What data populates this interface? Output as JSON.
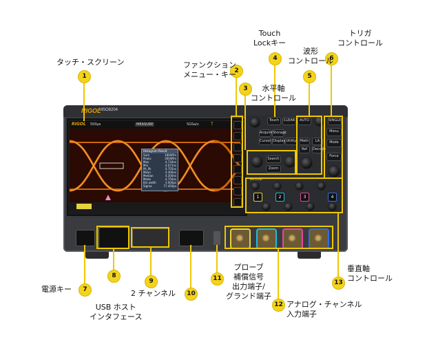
{
  "annotations": [
    {
      "num": "1",
      "label": "タッチ・スクリーン"
    },
    {
      "num": "2",
      "label": "ファンクション\nメニュー・キー"
    },
    {
      "num": "3",
      "label": "水平軸\nコントロール"
    },
    {
      "num": "4",
      "label": "Touch\nLockキー"
    },
    {
      "num": "5",
      "label": "波形\nコントロール"
    },
    {
      "num": "6",
      "label": "トリガ\nコントロール"
    },
    {
      "num": "7",
      "label": "電源キー"
    },
    {
      "num": "8",
      "label": "USB ホスト\nインタフェース"
    },
    {
      "num": "9",
      "label": "2 チャンネル"
    },
    {
      "num": "10",
      "label": ""
    },
    {
      "num": "11",
      "label": "プローブ\n補償信号\n出力端子/\nグランド端子"
    },
    {
      "num": "12",
      "label": "アナログ・チャンネル\n入力端子"
    },
    {
      "num": "13",
      "label": "垂直軸\nコントロール"
    }
  ],
  "device": {
    "brand": "RIGOL",
    "model": "MSO8204",
    "screen": {
      "toolbar": [
        "RIGOL",
        "500μs",
        "MEASURE",
        "5GSa/s",
        "T"
      ],
      "measure_title": "Histogram Result",
      "measure_rows": [
        [
          "Sum",
          "180Wfm"
        ],
        [
          "Peaks",
          "360Wfm"
        ],
        [
          "Max",
          "4.734ns"
        ],
        [
          "Min",
          "4.071ns"
        ],
        [
          "Pk_Pk",
          "0.755ns"
        ],
        [
          "Mean",
          "4.300ns"
        ],
        [
          "Median",
          "4.300ns"
        ],
        [
          "Mode",
          "4.750ns"
        ],
        [
          "Bin width",
          "3.000ps"
        ],
        [
          "Sigma",
          "77.450ps"
        ]
      ]
    },
    "panel_keys": [
      "Touch",
      "CLEAR",
      "AUTO",
      "SINGLE",
      "Menu",
      "Acquire",
      "Storage",
      "Cursor",
      "Display",
      "Utility",
      "Search",
      "Zoom",
      "Mode",
      "Force",
      "Math",
      "Ref",
      "Decode",
      "LA",
      "Vertical"
    ],
    "channel_buttons": [
      "1",
      "2",
      "3",
      "4"
    ],
    "colors": {
      "accent": "#f4d31c",
      "ch1": "#e8d23a",
      "ch2": "#27b9d8",
      "ch3": "#e04a9a",
      "ch4": "#2f6fe0",
      "waveform": "#e0700e"
    }
  }
}
